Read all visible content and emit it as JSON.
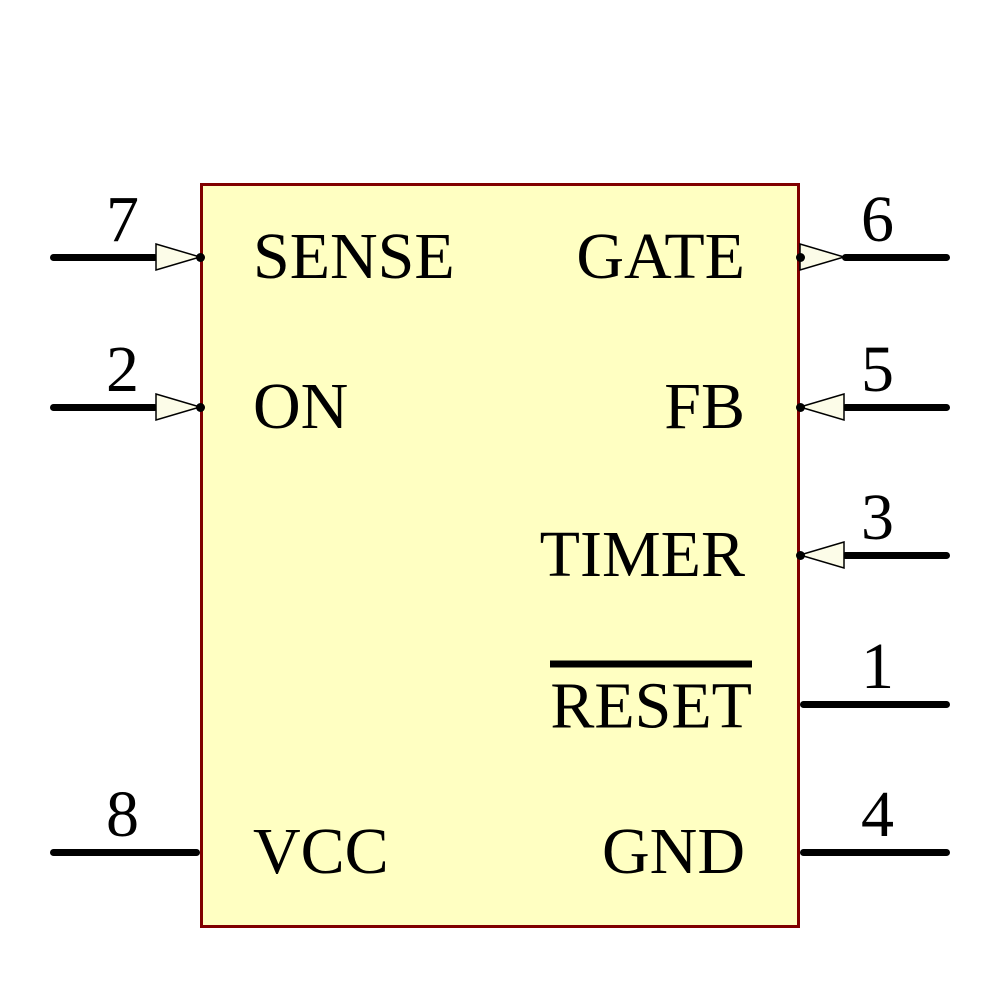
{
  "colors": {
    "body_fill": "#FFFFC2",
    "body_outline": "#800000",
    "pin_color": "#000000",
    "arrow_fill": "#FCFCE8"
  },
  "pins": {
    "left": [
      {
        "number": "7",
        "name": "SENSE",
        "direction": "input"
      },
      {
        "number": "2",
        "name": "ON",
        "direction": "input"
      },
      {
        "number": "8",
        "name": "VCC",
        "direction": "passive"
      }
    ],
    "right": [
      {
        "number": "6",
        "name": "GATE",
        "direction": "output"
      },
      {
        "number": "5",
        "name": "FB",
        "direction": "input"
      },
      {
        "number": "3",
        "name": "TIMER",
        "direction": "input"
      },
      {
        "number": "1",
        "name": "RESET",
        "active_low": true,
        "direction": "passive"
      },
      {
        "number": "4",
        "name": "GND",
        "direction": "passive"
      }
    ]
  }
}
